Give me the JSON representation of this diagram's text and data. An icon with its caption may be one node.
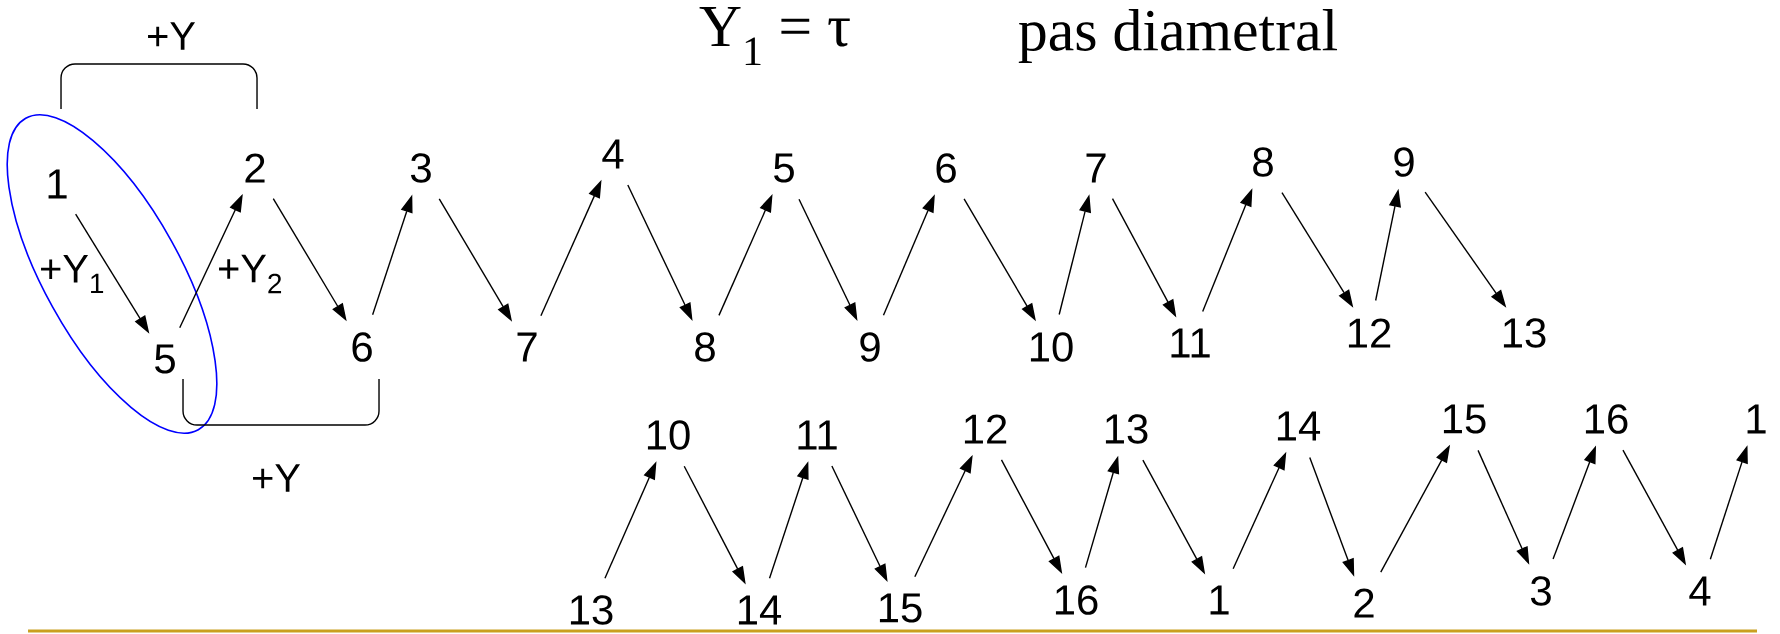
{
  "diagram": {
    "nodes": [
      {
        "text": [
          "1"
        ]
      },
      {
        "text": [
          "2"
        ]
      },
      {
        "text": [
          "3"
        ]
      },
      {
        "text": [
          "4"
        ]
      },
      {
        "text": [
          "5"
        ]
      },
      {
        "text": [
          "6"
        ]
      },
      {
        "text": [
          "7"
        ]
      },
      {
        "text": [
          "8"
        ]
      },
      {
        "text": [
          "9"
        ]
      },
      {
        "text": [
          "5"
        ]
      },
      {
        "text": [
          "6"
        ]
      },
      {
        "text": [
          "7"
        ]
      },
      {
        "text": [
          "8"
        ]
      },
      {
        "text": [
          "9"
        ]
      },
      {
        "text": [
          "10"
        ]
      },
      {
        "text": [
          "11"
        ]
      },
      {
        "text": [
          "12"
        ]
      },
      {
        "text": [
          "13"
        ]
      },
      {
        "text": [
          "10"
        ]
      },
      {
        "text": [
          "11"
        ]
      },
      {
        "text": [
          "12"
        ]
      },
      {
        "text": [
          "13"
        ]
      },
      {
        "text": [
          "14"
        ]
      },
      {
        "text": [
          "15"
        ]
      },
      {
        "text": [
          "16"
        ]
      },
      {
        "text": [
          "1"
        ]
      },
      {
        "text": [
          "13"
        ]
      },
      {
        "text": [
          "14"
        ]
      },
      {
        "text": [
          "15"
        ]
      },
      {
        "text": [
          "16"
        ]
      },
      {
        "text": [
          "1"
        ]
      },
      {
        "text": [
          "2"
        ]
      },
      {
        "text": [
          "3"
        ]
      },
      {
        "text": [
          "4"
        ]
      }
    ],
    "edges": [
      {
        "from": 0,
        "to": 9,
        "arrow": "to"
      },
      {
        "from": 9,
        "to": 1,
        "arrow": "to"
      },
      {
        "from": 1,
        "to": 10,
        "arrow": "to"
      },
      {
        "from": 10,
        "to": 2,
        "arrow": "to"
      },
      {
        "from": 2,
        "to": 11,
        "arrow": "to"
      },
      {
        "from": 11,
        "to": 3,
        "arrow": "to"
      },
      {
        "from": 3,
        "to": 12,
        "arrow": "to"
      },
      {
        "from": 12,
        "to": 4,
        "arrow": "to"
      },
      {
        "from": 4,
        "to": 13,
        "arrow": "to"
      },
      {
        "from": 13,
        "to": 5,
        "arrow": "to"
      },
      {
        "from": 5,
        "to": 14,
        "arrow": "to"
      },
      {
        "from": 14,
        "to": 6,
        "arrow": "to"
      },
      {
        "from": 6,
        "to": 15,
        "arrow": "to"
      },
      {
        "from": 15,
        "to": 7,
        "arrow": "to"
      },
      {
        "from": 7,
        "to": 16,
        "arrow": "to"
      },
      {
        "from": 16,
        "to": 8,
        "arrow": "to"
      },
      {
        "from": 8,
        "to": 17,
        "arrow": "to"
      },
      {
        "from": 26,
        "to": 18,
        "arrow": "to"
      },
      {
        "from": 18,
        "to": 27,
        "arrow": "to"
      },
      {
        "from": 27,
        "to": 19,
        "arrow": "to"
      },
      {
        "from": 19,
        "to": 28,
        "arrow": "to"
      },
      {
        "from": 28,
        "to": 20,
        "arrow": "to"
      },
      {
        "from": 20,
        "to": 29,
        "arrow": "to"
      },
      {
        "from": 29,
        "to": 21,
        "arrow": "to"
      },
      {
        "from": 21,
        "to": 30,
        "arrow": "to"
      },
      {
        "from": 30,
        "to": 22,
        "arrow": "to"
      },
      {
        "from": 22,
        "to": 31,
        "arrow": "to"
      },
      {
        "from": 31,
        "to": 23,
        "arrow": "to"
      },
      {
        "from": 23,
        "to": 32,
        "arrow": "to"
      },
      {
        "from": 32,
        "to": 24,
        "arrow": "to"
      },
      {
        "from": 24,
        "to": 33,
        "arrow": "to"
      },
      {
        "from": 33,
        "to": 25,
        "arrow": "to"
      }
    ],
    "labels": [
      "Y$_{1}$ = τ",
      "pas diametral",
      "+Y",
      "+Y$_{1}$",
      "+Y$_{2}$",
      "+Y"
    ]
  }
}
